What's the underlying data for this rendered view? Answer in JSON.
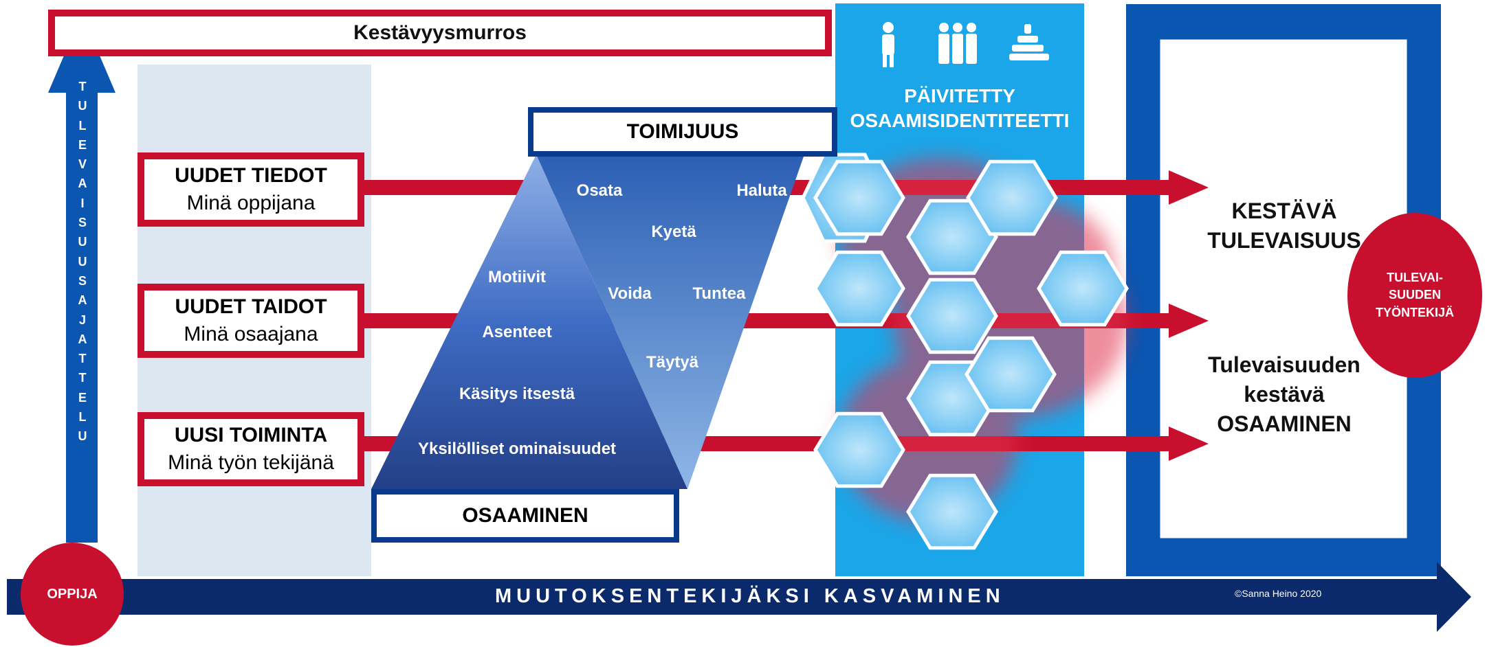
{
  "top_bar": "Kestävyysmurros",
  "vertical_arrow": "TULEVAISUUSAJATTELU",
  "left_boxes": [
    {
      "title": "UUDET TIEDOT",
      "subtitle": "Minä oppijana"
    },
    {
      "title": "UUDET TAIDOT",
      "subtitle": "Minä osaajana"
    },
    {
      "title": "UUSI TOIMINTA",
      "subtitle": "Minä työn tekijänä"
    }
  ],
  "pyramid": {
    "top_label": "TOIMIJUUS",
    "bottom_label": "OSAAMINEN",
    "left_words": [
      "Motiivit",
      "Asenteet",
      "Käsitys itsestä",
      "Yksilölliset ominaisuudet"
    ],
    "right_words": [
      "Osata",
      "Haluta",
      "Kyetä",
      "Voida",
      "Tuntea",
      "Täytyä"
    ]
  },
  "identity_panel": {
    "title_line1": "PÄIVITETTY",
    "title_line2": "OSAAMISIDENTITEETTI",
    "icons": [
      "person-icon",
      "group-icon",
      "crowd-icon"
    ]
  },
  "right_panel": {
    "heading_line1": "KESTÄVÄ",
    "heading_line2": "TULEVAISUUS",
    "text_line1": "Tulevaisuuden",
    "text_line2": "kestävä",
    "text_line3": "OSAAMINEN"
  },
  "right_circle": {
    "line1": "TULEVAI-",
    "line2": "SUUDEN",
    "line3": "TYÖNTEKIJÄ"
  },
  "left_circle": "OPPIJA",
  "bottom_arrow": "MUUTOKSENTEKIJÄKSI KASVAMINEN",
  "copyright": "©Sanna Heino 2020",
  "colors": {
    "red": "#c8102e",
    "navy": "#0a2a6b",
    "blue": "#0a56b0",
    "cyan": "#1aa6e8",
    "pale": "#dde7f2"
  }
}
